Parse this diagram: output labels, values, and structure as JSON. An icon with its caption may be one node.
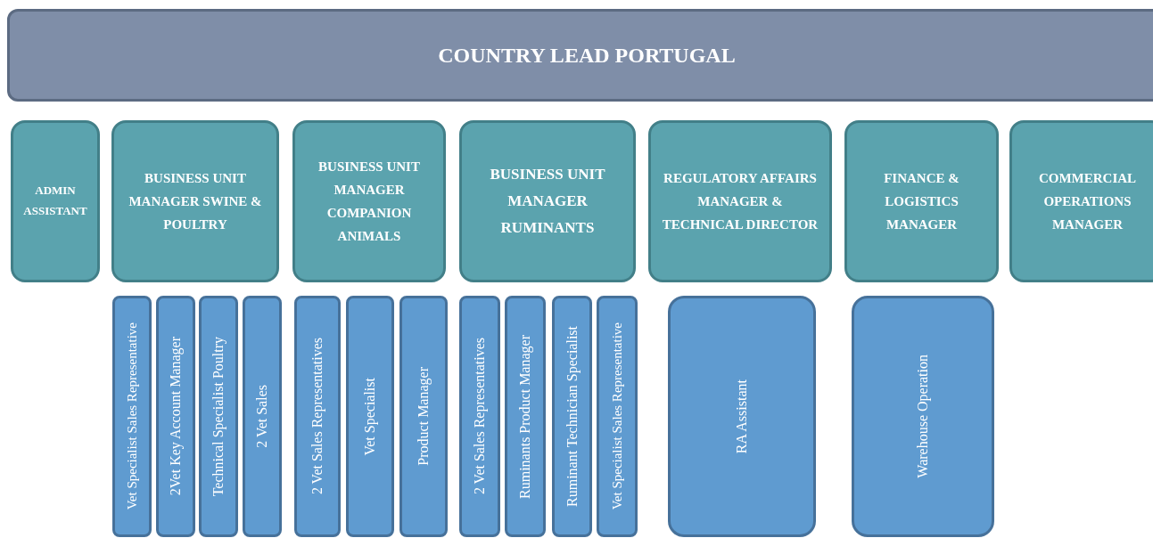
{
  "diagram": {
    "nodes": [
      {
        "text": [
          "COUNTRY LEAD PORTUGAL"
        ]
      },
      {
        "text": [
          "ADMIN ASSISTANT"
        ]
      },
      {
        "text": [
          "BUSINESS UNIT MANAGER SWINE & POULTRY"
        ]
      },
      {
        "text": [
          "BUSINESS UNIT MANAGER COMPANION ANIMALS"
        ]
      },
      {
        "text": [
          "BUSINESS UNIT MANAGER RUMINANTS"
        ]
      },
      {
        "text": [
          "REGULATORY AFFAIRS MANAGER & TECHNICAL DIRECTOR"
        ]
      },
      {
        "text": [
          "FINANCE & LOGISTICS MANAGER"
        ]
      },
      {
        "text": [
          "COMMERCIAL OPERATIONS MANAGER"
        ]
      },
      {
        "text": [
          "Vet Specialist Sales Representative"
        ]
      },
      {
        "text": [
          "2Vet Key Account Manager"
        ]
      },
      {
        "text": [
          "Technical Specialist Poultry"
        ]
      },
      {
        "text": [
          "2 Vet Sales"
        ]
      },
      {
        "text": [
          "2 Vet Sales Representatives"
        ]
      },
      {
        "text": [
          "Vet Specialist"
        ]
      },
      {
        "text": [
          "Product Manager"
        ]
      },
      {
        "text": [
          "2 Vet Sales Representatives"
        ]
      },
      {
        "text": [
          "Ruminants Product Manager"
        ]
      },
      {
        "text": [
          "Ruminant Technician Specialist"
        ]
      },
      {
        "text": [
          "Vet Specialist Sales Representative"
        ]
      },
      {
        "text": [
          "RA Assistant"
        ]
      },
      {
        "text": [
          "Warehouse Operation"
        ]
      }
    ],
    "edges": []
  }
}
